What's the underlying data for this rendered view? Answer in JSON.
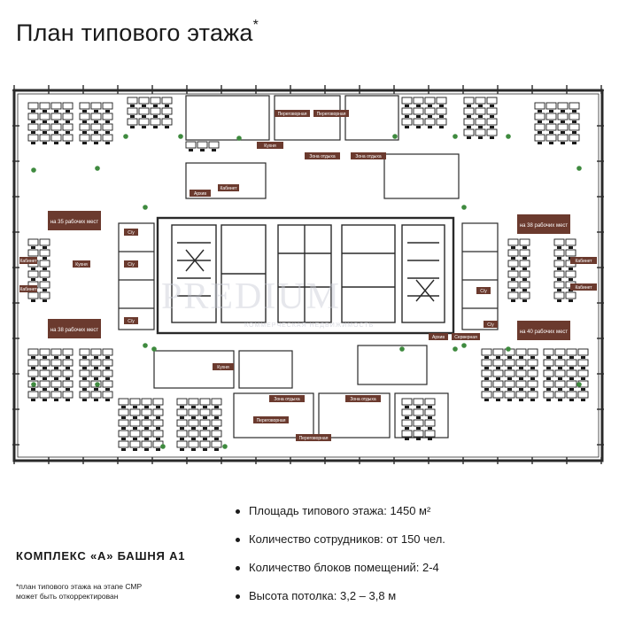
{
  "page": {
    "title": "План типового этажа",
    "title_mark": "*",
    "complex": "КОМПЛЕКС «А» БАШНЯ А1",
    "footnote_line1": "*план типового этажа на этапе СМР",
    "footnote_line2": "может быть откорректирован"
  },
  "specs": [
    "Площадь типового этажа: 1450 м²",
    "Количество сотрудников: от 150 чел.",
    "Количество блоков помещений: 2-4",
    "Высота потолка: 3,2 – 3,8 м"
  ],
  "plan": {
    "watermark": "PREDIUM",
    "watermark_sub": "КОММЕРЧЕСКАЯ НЕДВИЖИМОСТЬ",
    "labels": {
      "open_left_top": "на 35 рабочих мест",
      "open_left_bottom": "на 38 рабочих мест",
      "open_right_top": "на 38 рабочих мест",
      "open_right_bottom": "на 40 рабочих мест",
      "meeting": "Переговорная",
      "cabinet": "Кабинет",
      "archive": "Архив",
      "kitchen": "Кухня",
      "wc": "С/у",
      "server": "Серверная",
      "rest": "Зона отдыха"
    },
    "colors": {
      "wall": "#2a2a2a",
      "label_bg": "#6b3a2e",
      "plant": "#3e8a3e",
      "ink": "#1a1a1a"
    }
  }
}
